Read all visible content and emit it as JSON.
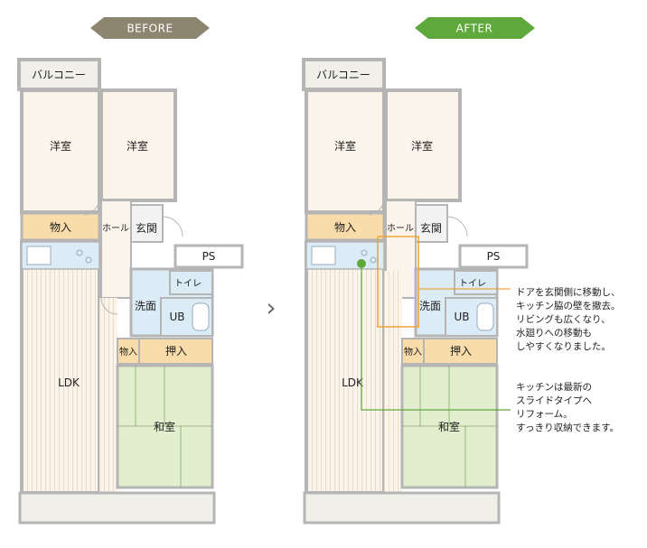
{
  "before": {
    "banner": "BEFORE",
    "rooms": {
      "balcony": "バルコニー",
      "western1": "洋室",
      "western2": "洋室",
      "storage1": "物入",
      "hall": "ホール",
      "entrance": "玄関",
      "ps": "PS",
      "toilet": "トイレ",
      "washroom": "洗面",
      "ub": "UB",
      "storage2": "物入",
      "closet": "押入",
      "ldk": "LDK",
      "japanese": "和室"
    }
  },
  "after": {
    "banner": "AFTER",
    "rooms": {
      "balcony": "バルコニー",
      "western1": "洋室",
      "western2": "洋室",
      "storage1": "物入",
      "hall": "ホール",
      "entrance": "玄関",
      "ps": "PS",
      "toilet": "トイレ",
      "washroom": "洗面",
      "ub": "UB",
      "storage2": "物入",
      "closet": "押入",
      "ldk": "LDK",
      "japanese": "和室"
    }
  },
  "arrow": "›",
  "notes": {
    "door": [
      "ドアを玄関側に移動し、",
      "キッチン脇の壁を撤去。",
      "リビングも広くなり、",
      "水廻りへの移動も",
      "しやすくなりました。"
    ],
    "kitchen": [
      "キッチンは最新の",
      "スライドタイプへ",
      "リフォーム。",
      "すっきり収納できます。"
    ]
  },
  "colors": {
    "beforeBanner": "#8d8570",
    "afterBanner": "#5fa83c",
    "wall": "#b5b5b5",
    "wood": "#fbf4ea",
    "storage": "#f8dcaa",
    "tatami": "#e2efcf",
    "water": "#dcecf7",
    "orangeLine": "#f0a43a",
    "greenLine": "#5fa83c"
  }
}
